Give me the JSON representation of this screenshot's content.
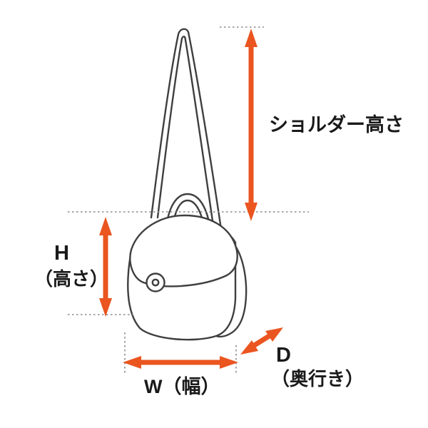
{
  "diagram": {
    "labels": {
      "shoulder_height": "ショルダー高さ",
      "height_abbr": "H",
      "height_full": "（高さ）",
      "width": "W（幅）",
      "depth_abbr": "D",
      "depth_full": "（奥行き）"
    },
    "colors": {
      "arrow": "#ea5520",
      "line_art": "#3f3f3f",
      "guide": "#8c8c8c",
      "text": "#1a1a1a",
      "background": "#ffffff"
    },
    "icons": {
      "bag": "flap-shoulder-bag-line-art",
      "shoulder_height_arrow": "double-headed-vertical-arrow",
      "height_arrow": "double-headed-vertical-arrow",
      "width_arrow": "double-headed-horizontal-arrow",
      "depth_arrow": "double-headed-diagonal-arrow"
    }
  }
}
